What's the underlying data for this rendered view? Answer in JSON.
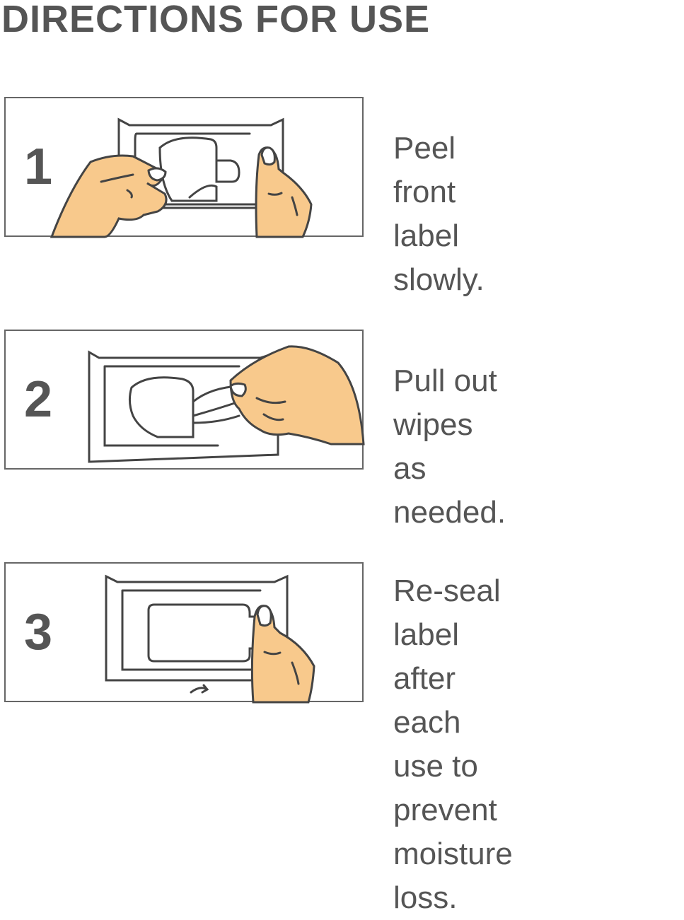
{
  "title": "DIRECTIONS FOR USE",
  "colors": {
    "text": "#555555",
    "skin": "#f8c98c",
    "outline": "#444444"
  },
  "steps": [
    {
      "number": "1",
      "text": "Peel front\nlabel slowly.",
      "icon": "peel-label-illustration"
    },
    {
      "number": "2",
      "text": "Pull out wipes\nas needed.",
      "icon": "pull-wipe-illustration"
    },
    {
      "number": "3",
      "text": "Re-seal label after\neach use to prevent\nmoisture loss.",
      "icon": "reseal-label-illustration"
    }
  ]
}
